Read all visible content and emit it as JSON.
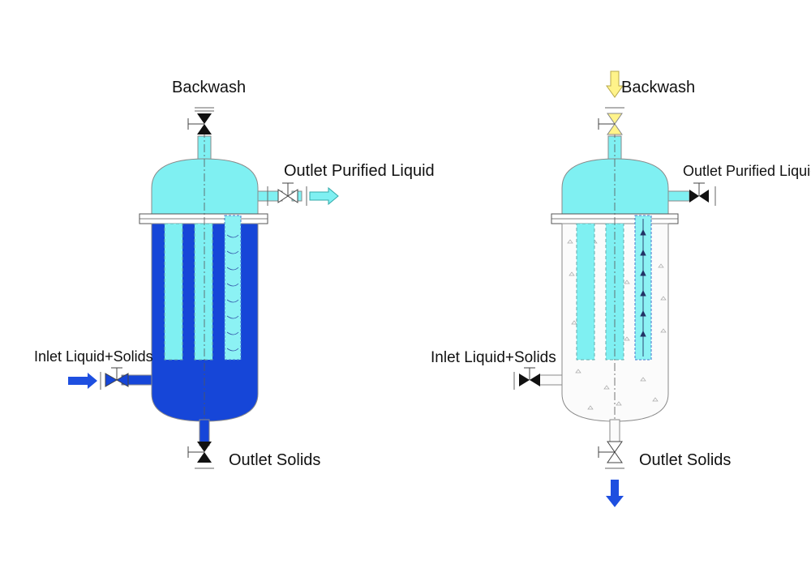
{
  "colors": {
    "liquid_dark": "#1646d8",
    "liquid_light": "#7ff0f2",
    "arrow_blue": "#1e4fe0",
    "arrow_yellow": "#fff38a",
    "outline": "#8a8a8a",
    "valve": "#111111",
    "empty_tank": "#fbfbfb"
  },
  "left": {
    "labels": {
      "backwash": "Backwash",
      "outlet_purified": "Outlet Purified Liquid",
      "inlet": "Inlet Liquid+Solids",
      "outlet_solids": "Outlet Solids"
    }
  },
  "right": {
    "labels": {
      "backwash": "Backwash",
      "outlet_purified": "Outlet Purified Liquid",
      "inlet": "Inlet Liquid+Solids",
      "outlet_solids": "Outlet Solids"
    }
  }
}
